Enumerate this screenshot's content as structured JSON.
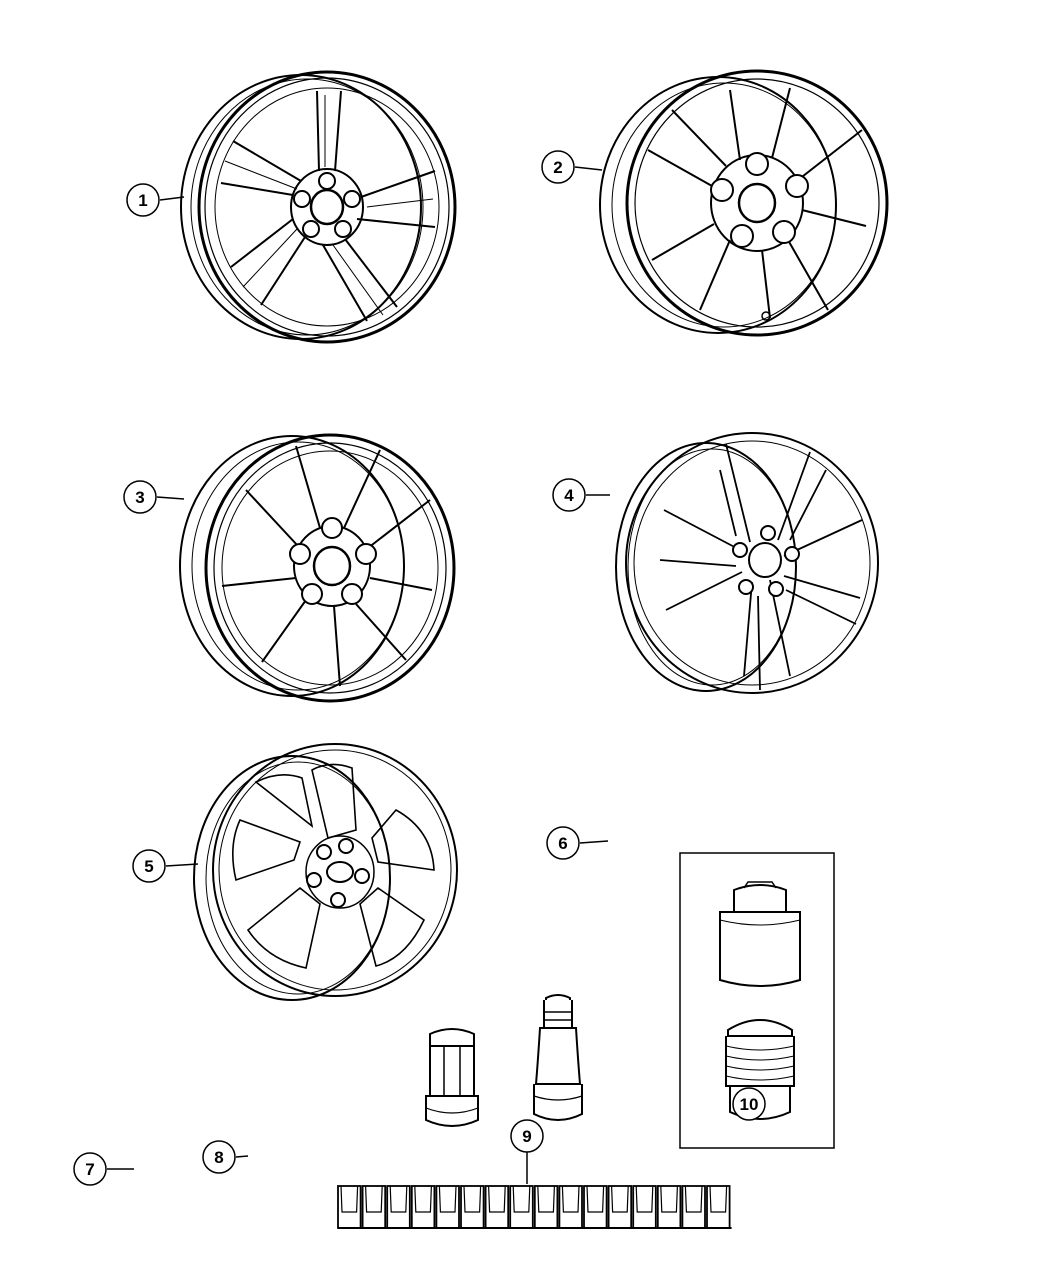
{
  "callouts": {
    "c1": "1",
    "c2": "2",
    "c3": "3",
    "c4": "4",
    "c5": "5",
    "c6": "6",
    "c7": "7",
    "c8": "8",
    "c9": "9",
    "c10": "10"
  },
  "colors": {
    "ink": "#000000",
    "paper": "#ffffff"
  },
  "weights": {
    "count": 16
  }
}
